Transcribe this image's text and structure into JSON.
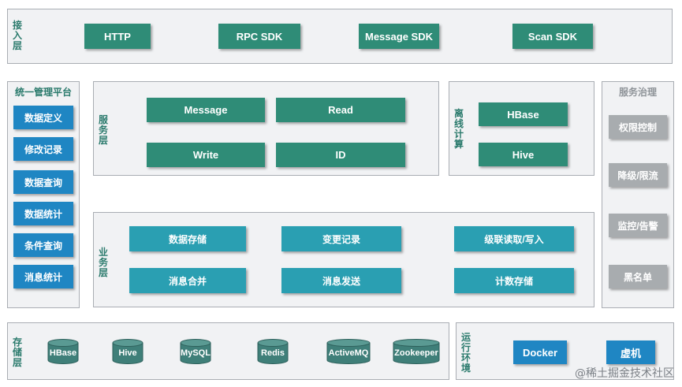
{
  "access_layer": {
    "label": "接入层",
    "items": [
      "HTTP",
      "RPC SDK",
      "Message SDK",
      "Scan SDK"
    ]
  },
  "management": {
    "title": "统一管理平台",
    "items": [
      "数据定义",
      "修改记录",
      "数据查询",
      "数据统计",
      "条件查询",
      "消息统计"
    ]
  },
  "service_layer": {
    "label": "服务层",
    "items": [
      "Message",
      "Read",
      "Write",
      "ID"
    ]
  },
  "offline": {
    "label": "离线计算",
    "items": [
      "HBase",
      "Hive"
    ]
  },
  "governance": {
    "title": "服务治理",
    "items": [
      "权限控制",
      "降级/限流",
      "监控/告警",
      "黑名单"
    ]
  },
  "business_layer": {
    "label": "业务层",
    "items": [
      "数据存储",
      "变更记录",
      "级联读取/写入",
      "消息合并",
      "消息发送",
      "计数存储"
    ]
  },
  "storage_layer": {
    "label": "存储层",
    "items": [
      "HBase",
      "Hive",
      "MySQL",
      "Redis",
      "ActiveMQ",
      "Zookeeper"
    ]
  },
  "runtime": {
    "label": "运行环境",
    "items": [
      "Docker",
      "虚机"
    ]
  },
  "watermark": "@稀土掘金技术社区",
  "colors": {
    "green": "#2f8c77",
    "teal": "#2a9fb2",
    "blue": "#1f86c3",
    "gray": "#a8acaf",
    "cylinder": "#3f7f79"
  }
}
